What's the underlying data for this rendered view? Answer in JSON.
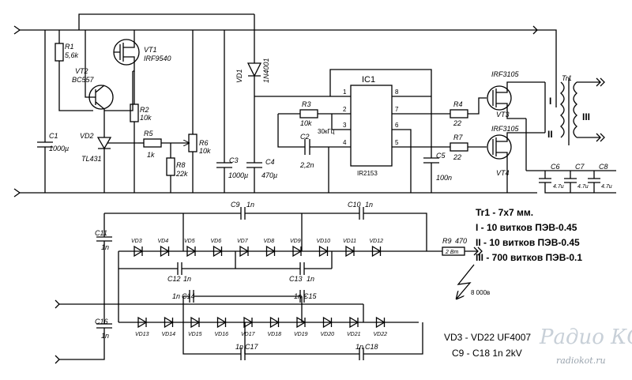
{
  "components": {
    "R1": {
      "ref": "R1",
      "value": "5,6k"
    },
    "VT1": {
      "ref": "VT1",
      "value": "IRF9540"
    },
    "VT2": {
      "ref": "VT2",
      "value": "BC557"
    },
    "R2": {
      "ref": "R2",
      "value": "10k"
    },
    "VD2": {
      "ref": "VD2",
      "value": "TL431"
    },
    "C1": {
      "ref": "C1",
      "value": "1000µ"
    },
    "R5": {
      "ref": "R5",
      "value": "1k"
    },
    "R6": {
      "ref": "R6",
      "value": "10k"
    },
    "R8": {
      "ref": "R8",
      "value": "22k"
    },
    "C3": {
      "ref": "C3",
      "value": "1000µ"
    },
    "VD1": {
      "ref": "VD1",
      "value": "1N4001"
    },
    "C4": {
      "ref": "C4",
      "value": "470µ"
    },
    "R3": {
      "ref": "R3",
      "value": "10k"
    },
    "C2": {
      "ref": "C2",
      "value": "2,2n"
    },
    "IC1": {
      "ref": "IC1",
      "value": "IR2153",
      "freq": "30кГц"
    },
    "C5": {
      "ref": "C5",
      "value": "100n"
    },
    "R4": {
      "ref": "R4",
      "value": "22"
    },
    "R7": {
      "ref": "R7",
      "value": "22"
    },
    "VT3": {
      "ref": "VT3",
      "value": "IRF3105"
    },
    "VT4": {
      "ref": "VT4",
      "value": "IRF3105"
    },
    "Tr1": {
      "ref": "Tr1",
      "w1": "I",
      "w2": "II",
      "w3": "III"
    },
    "C6": {
      "ref": "C6",
      "value": "4.7u"
    },
    "C7": {
      "ref": "C7",
      "value": "4.7u"
    },
    "C8": {
      "ref": "C8",
      "value": "4.7u"
    },
    "R9": {
      "ref": "R9",
      "value": "470",
      "power": "2 Вт"
    }
  },
  "ic_pins": [
    "1",
    "2",
    "3",
    "4",
    "5",
    "6",
    "7",
    "8"
  ],
  "multiplier": {
    "caps": [
      {
        "ref": "C9",
        "value": "1n"
      },
      {
        "ref": "C10",
        "value": "1n"
      },
      {
        "ref": "C11",
        "value": "1n"
      },
      {
        "ref": "C12",
        "value": "1n"
      },
      {
        "ref": "C13",
        "value": "1n"
      },
      {
        "ref": "C14",
        "value": "1n"
      },
      {
        "ref": "C15",
        "value": "1n"
      },
      {
        "ref": "C16",
        "value": "1n"
      },
      {
        "ref": "C17",
        "value": "1n"
      },
      {
        "ref": "C18",
        "value": "1n"
      }
    ],
    "top_diodes": [
      "VD3",
      "VD4",
      "VD5",
      "VD6",
      "VD7",
      "VD8",
      "VD9",
      "VD10",
      "VD11",
      "VD12"
    ],
    "bottom_diodes": [
      "VD13",
      "VD14",
      "VD15",
      "VD16",
      "VD17",
      "VD18",
      "VD19",
      "VD20",
      "VD21",
      "VD22"
    ],
    "output_voltage": "8 000в"
  },
  "notes": {
    "core": "Tr1 - 7x7 мм.",
    "w1": "I - 10 витков ПЭВ-0.45",
    "w2": "II - 10 витков ПЭВ-0.45",
    "w3": "III - 700 витков ПЭВ-0.1",
    "diodes": "VD3 - VD22  UF4007",
    "caps": "C9 - C18  1n 2kV"
  },
  "watermark": {
    "name": "Радио КОТ",
    "site": "radiokot.ru"
  }
}
